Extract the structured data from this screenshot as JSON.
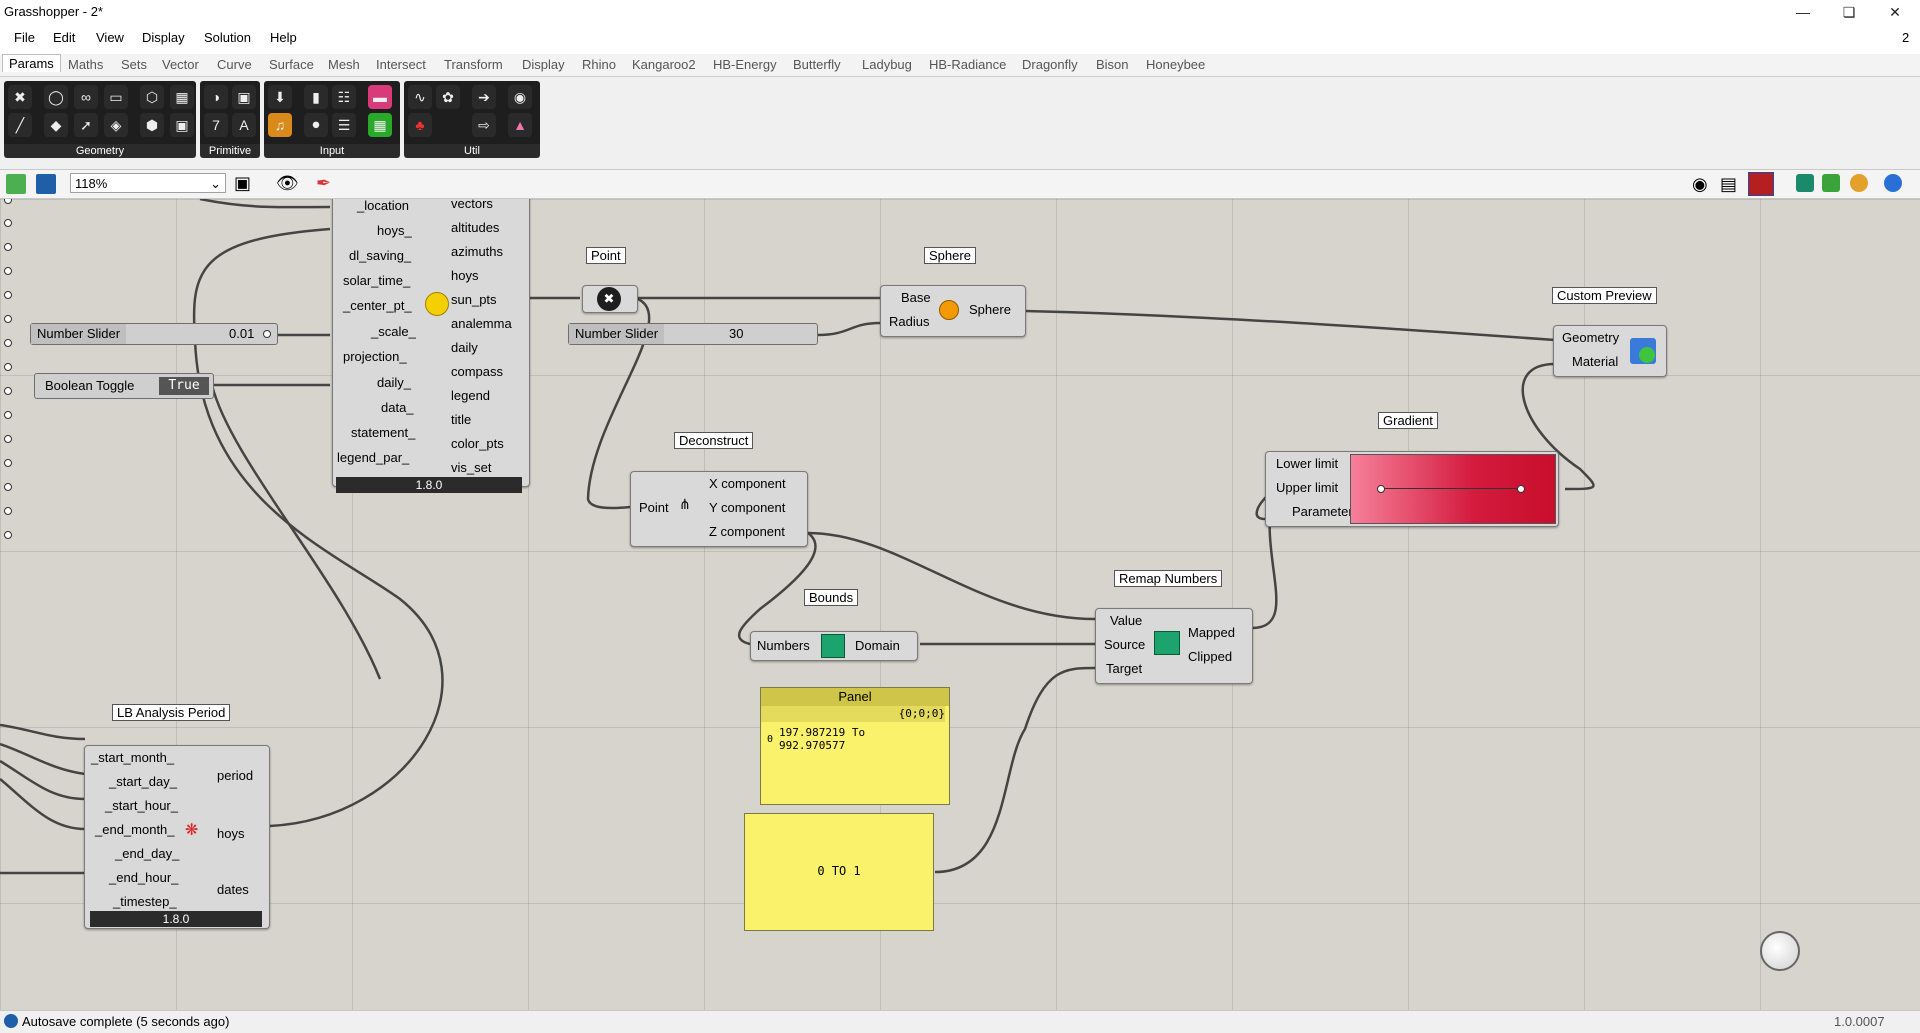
{
  "window": {
    "title": "Grasshopper - 2*",
    "right_badge": "2"
  },
  "menu": [
    "File",
    "Edit",
    "View",
    "Display",
    "Solution",
    "Help"
  ],
  "tabs": [
    "Params",
    "Maths",
    "Sets",
    "Vector",
    "Curve",
    "Surface",
    "Mesh",
    "Intersect",
    "Transform",
    "Display",
    "Rhino",
    "Kangaroo2",
    "HB-Energy",
    "Butterfly",
    "Ladybug",
    "HB-Radiance",
    "Dragonfly",
    "Bison",
    "Honeybee"
  ],
  "ribbon_groups": [
    "Geometry",
    "Primitive",
    "Input",
    "Util"
  ],
  "toolbar": {
    "zoom": "118%"
  },
  "canvas": {
    "sunpath": {
      "inputs": [
        "_location",
        "hoys_",
        "dl_saving_",
        "solar_time_",
        "_center_pt_",
        "_scale_",
        "projection_",
        "daily_",
        "data_",
        "statement_",
        "legend_par_"
      ],
      "outputs": [
        "vectors",
        "altitudes",
        "azimuths",
        "hoys",
        "sun_pts",
        "analemma",
        "daily",
        "compass",
        "legend",
        "title",
        "color_pts",
        "vis_set"
      ],
      "version": "1.8.0"
    },
    "number_slider_1": {
      "name": "Number Slider",
      "value": "0.01"
    },
    "boolean_toggle": {
      "name": "Boolean Toggle",
      "value": "True"
    },
    "point_tag": "Point",
    "number_slider_2": {
      "name": "Number Slider",
      "value": "30"
    },
    "sphere": {
      "tag": "Sphere",
      "inputs": [
        "Base",
        "Radius"
      ],
      "output": "Sphere"
    },
    "custom_preview": {
      "tag": "Custom Preview",
      "inputs": [
        "Geometry",
        "Material"
      ]
    },
    "deconstruct": {
      "tag": "Deconstruct",
      "input": "Point",
      "outputs": [
        "X component",
        "Y component",
        "Z component"
      ]
    },
    "gradient": {
      "tag": "Gradient",
      "inputs": [
        "Lower limit",
        "Upper limit",
        "Parameter"
      ]
    },
    "remap": {
      "tag": "Remap Numbers",
      "inputs": [
        "Value",
        "Source",
        "Target"
      ],
      "outputs": [
        "Mapped",
        "Clipped"
      ]
    },
    "bounds": {
      "tag": "Bounds",
      "input": "Numbers",
      "output": "Domain"
    },
    "panel_1": {
      "title": "Panel",
      "path": "{0;0;0}",
      "index": "0",
      "value": "197.987219 To 992.970577"
    },
    "panel_2": {
      "value": "0 TO 1"
    },
    "analysis_period": {
      "tag": "LB Analysis Period",
      "inputs": [
        "_start_month_",
        "_start_day_",
        "_start_hour_",
        "_end_month_",
        "_end_day_",
        "_end_hour_",
        "_timestep_"
      ],
      "outputs": [
        "period",
        "hoys",
        "dates"
      ],
      "version": "1.8.0"
    }
  },
  "status": {
    "message": "Autosave complete (5 seconds ago)",
    "version": "1.0.0007"
  }
}
